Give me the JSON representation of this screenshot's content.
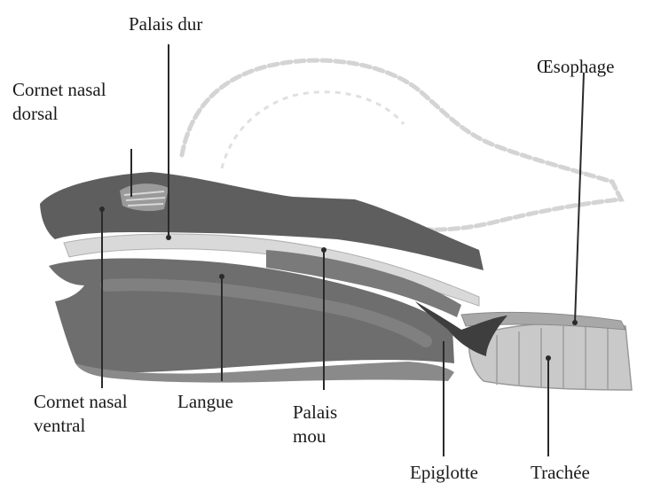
{
  "labels": {
    "palais_dur": "Palais dur",
    "oesophage": "Œsophage",
    "cornet_nasal_dorsal": [
      "Cornet nasal",
      "dorsal"
    ],
    "cornet_nasal_ventral": [
      "Cornet nasal",
      "ventral"
    ],
    "langue": "Langue",
    "palais_mou": [
      "Palais",
      "mou"
    ],
    "epiglotte": "Epiglotte",
    "trachee": "Trachée"
  },
  "colors": {
    "tissue_dark": "#5b5b5b",
    "tissue_mid": "#8a8a8a",
    "tissue_light": "#b9b9b9",
    "skull_outline": "#d6d6d6",
    "leader_line": "#2a2a2a",
    "text": "#1a1a1a"
  }
}
